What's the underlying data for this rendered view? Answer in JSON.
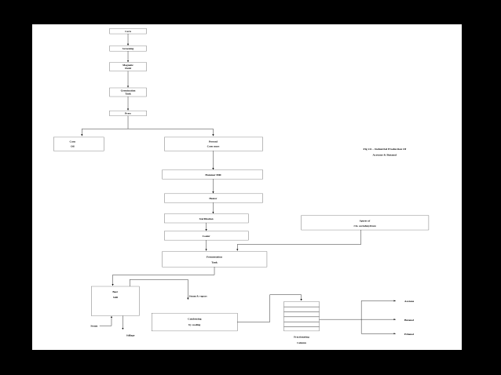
{
  "figure": {
    "title_line1": "Fig 2.6 – Industrial Production Of",
    "title_line2": "Acetone & Butanol",
    "frame_color": "#000000",
    "canvas_color": "#ffffff",
    "box_stroke": "#555555",
    "line_color": "#000000"
  },
  "nodes": {
    "corn": "Corn",
    "screening": "Screening",
    "magnetic_1": "Magnetic",
    "magnetic_2": "Field",
    "germination_1": "Germination",
    "germination_2": "Tank",
    "press": "Press",
    "corn_oil_1": "Corn",
    "corn_oil_2": "Oil",
    "pressed_1": "Pressed",
    "pressed_2": "Corn mass",
    "hammer_mill": "Hammer Mill",
    "heater": "Heater",
    "sterilization": "Sterilization",
    "cooler": "Cooler",
    "spores_1": "Spores of",
    "spores_2": "Clo. acetobutylicum",
    "fermentation_1": "Fermentation",
    "fermentation_2": "Tank",
    "beer_still_1": "Beer",
    "beer_still_2": "Still",
    "condensing_1": "Condensing",
    "condensing_2": "by cooling",
    "fractionating_1": "Fractionating",
    "fractionating_2": "Column"
  },
  "edge_labels": {
    "steam_vapors": "Steam & vapors",
    "steam": "Steam",
    "stillage": "Stillage"
  },
  "outputs": [
    {
      "label": "Acetone"
    },
    {
      "label": "Butanol"
    },
    {
      "label": "Ethanol"
    }
  ]
}
